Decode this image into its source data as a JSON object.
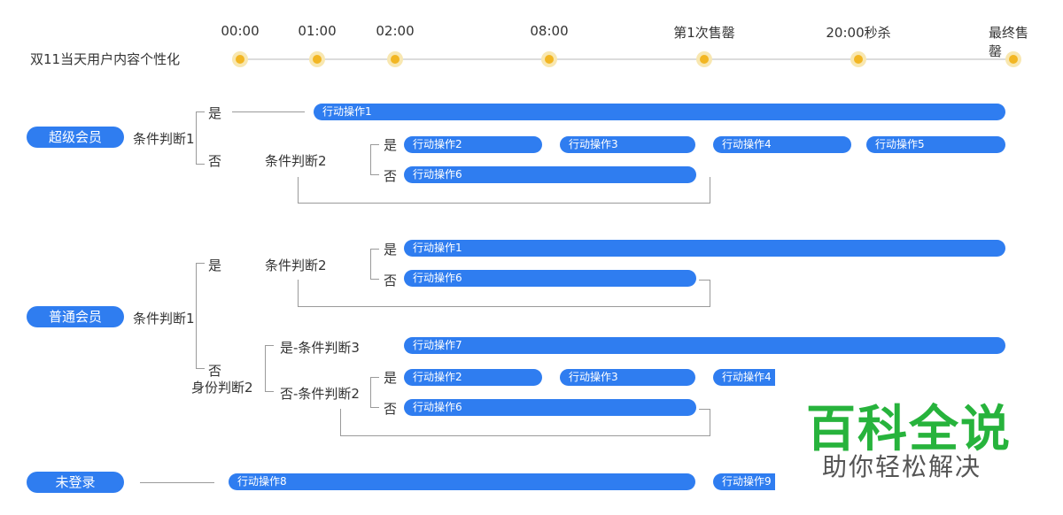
{
  "timeline": {
    "title": "双11当天用户内容个性化",
    "labels": [
      "00:00",
      "01:00",
      "02:00",
      "08:00",
      "第1次售罄",
      "20:00秒杀",
      "最终售罄"
    ]
  },
  "members": {
    "super": "超级会员",
    "normal": "普通会员",
    "guest": "未登录"
  },
  "conditions": {
    "c1": "条件判断1",
    "c2": "条件判断2",
    "identity2": "身份判断2",
    "yes_c3": "是-条件判断3",
    "no_c2": "否-条件判断2"
  },
  "answers": {
    "yes": "是",
    "no": "否"
  },
  "actions": {
    "a1": "行动操作1",
    "a2": "行动操作2",
    "a3": "行动操作3",
    "a4": "行动操作4",
    "a5": "行动操作5",
    "a6": "行动操作6",
    "a7": "行动操作7",
    "a8": "行动操作8",
    "a9": "行动操作9"
  },
  "watermark": {
    "main": "百科全说",
    "sub": "助你轻松解决"
  },
  "colors": {
    "accent": "#2f7df0",
    "dot": "#f2b623",
    "watermark": "#27b33c"
  }
}
